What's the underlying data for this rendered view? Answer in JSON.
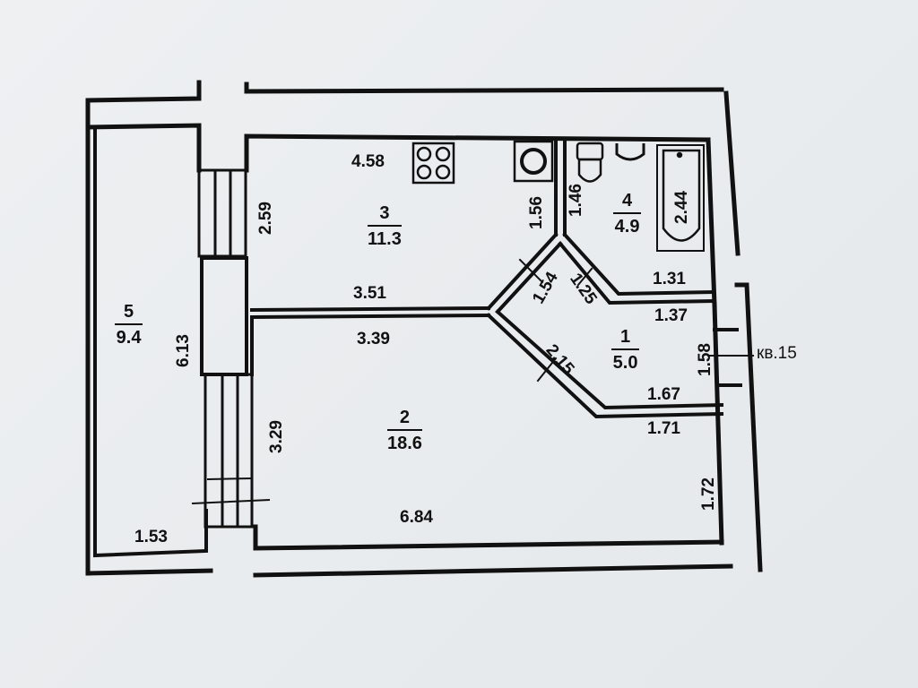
{
  "plan": {
    "apartment_label": "кв.15",
    "rooms": [
      {
        "id": "1",
        "number": "1",
        "area": "5.0"
      },
      {
        "id": "2",
        "number": "2",
        "area": "18.6"
      },
      {
        "id": "3",
        "number": "3",
        "area": "11.3"
      },
      {
        "id": "4",
        "number": "4",
        "area": "4.9"
      },
      {
        "id": "5",
        "number": "5",
        "area": "9.4"
      }
    ],
    "dimensions": {
      "kitchen_top": "4.58",
      "kitchen_left": "2.59",
      "kitchen_bottom": "3.51",
      "kitchen_right": "1.56",
      "bath_left": "1.46",
      "bathtub": "2.44",
      "bath_bottom": "1.31",
      "hall_diag_left": "1.54",
      "hall_diag_right": "1.25",
      "hall_top": "1.37",
      "hall_right": "1.58",
      "hall_diag_bottom": "2.15",
      "hall_bottom": "1.67",
      "living_top_left": "3.39",
      "living_top_right": "1.71",
      "living_left": "3.29",
      "living_right": "1.72",
      "living_bottom": "6.84",
      "loggia_length": "6.13",
      "loggia_width": "1.53"
    },
    "fixtures": [
      "stove-icon",
      "sink-icon",
      "toilet-icon",
      "washbasin-icon",
      "bathtub-icon"
    ],
    "colors": {
      "background": "#eceff1",
      "ink": "#111111"
    }
  }
}
